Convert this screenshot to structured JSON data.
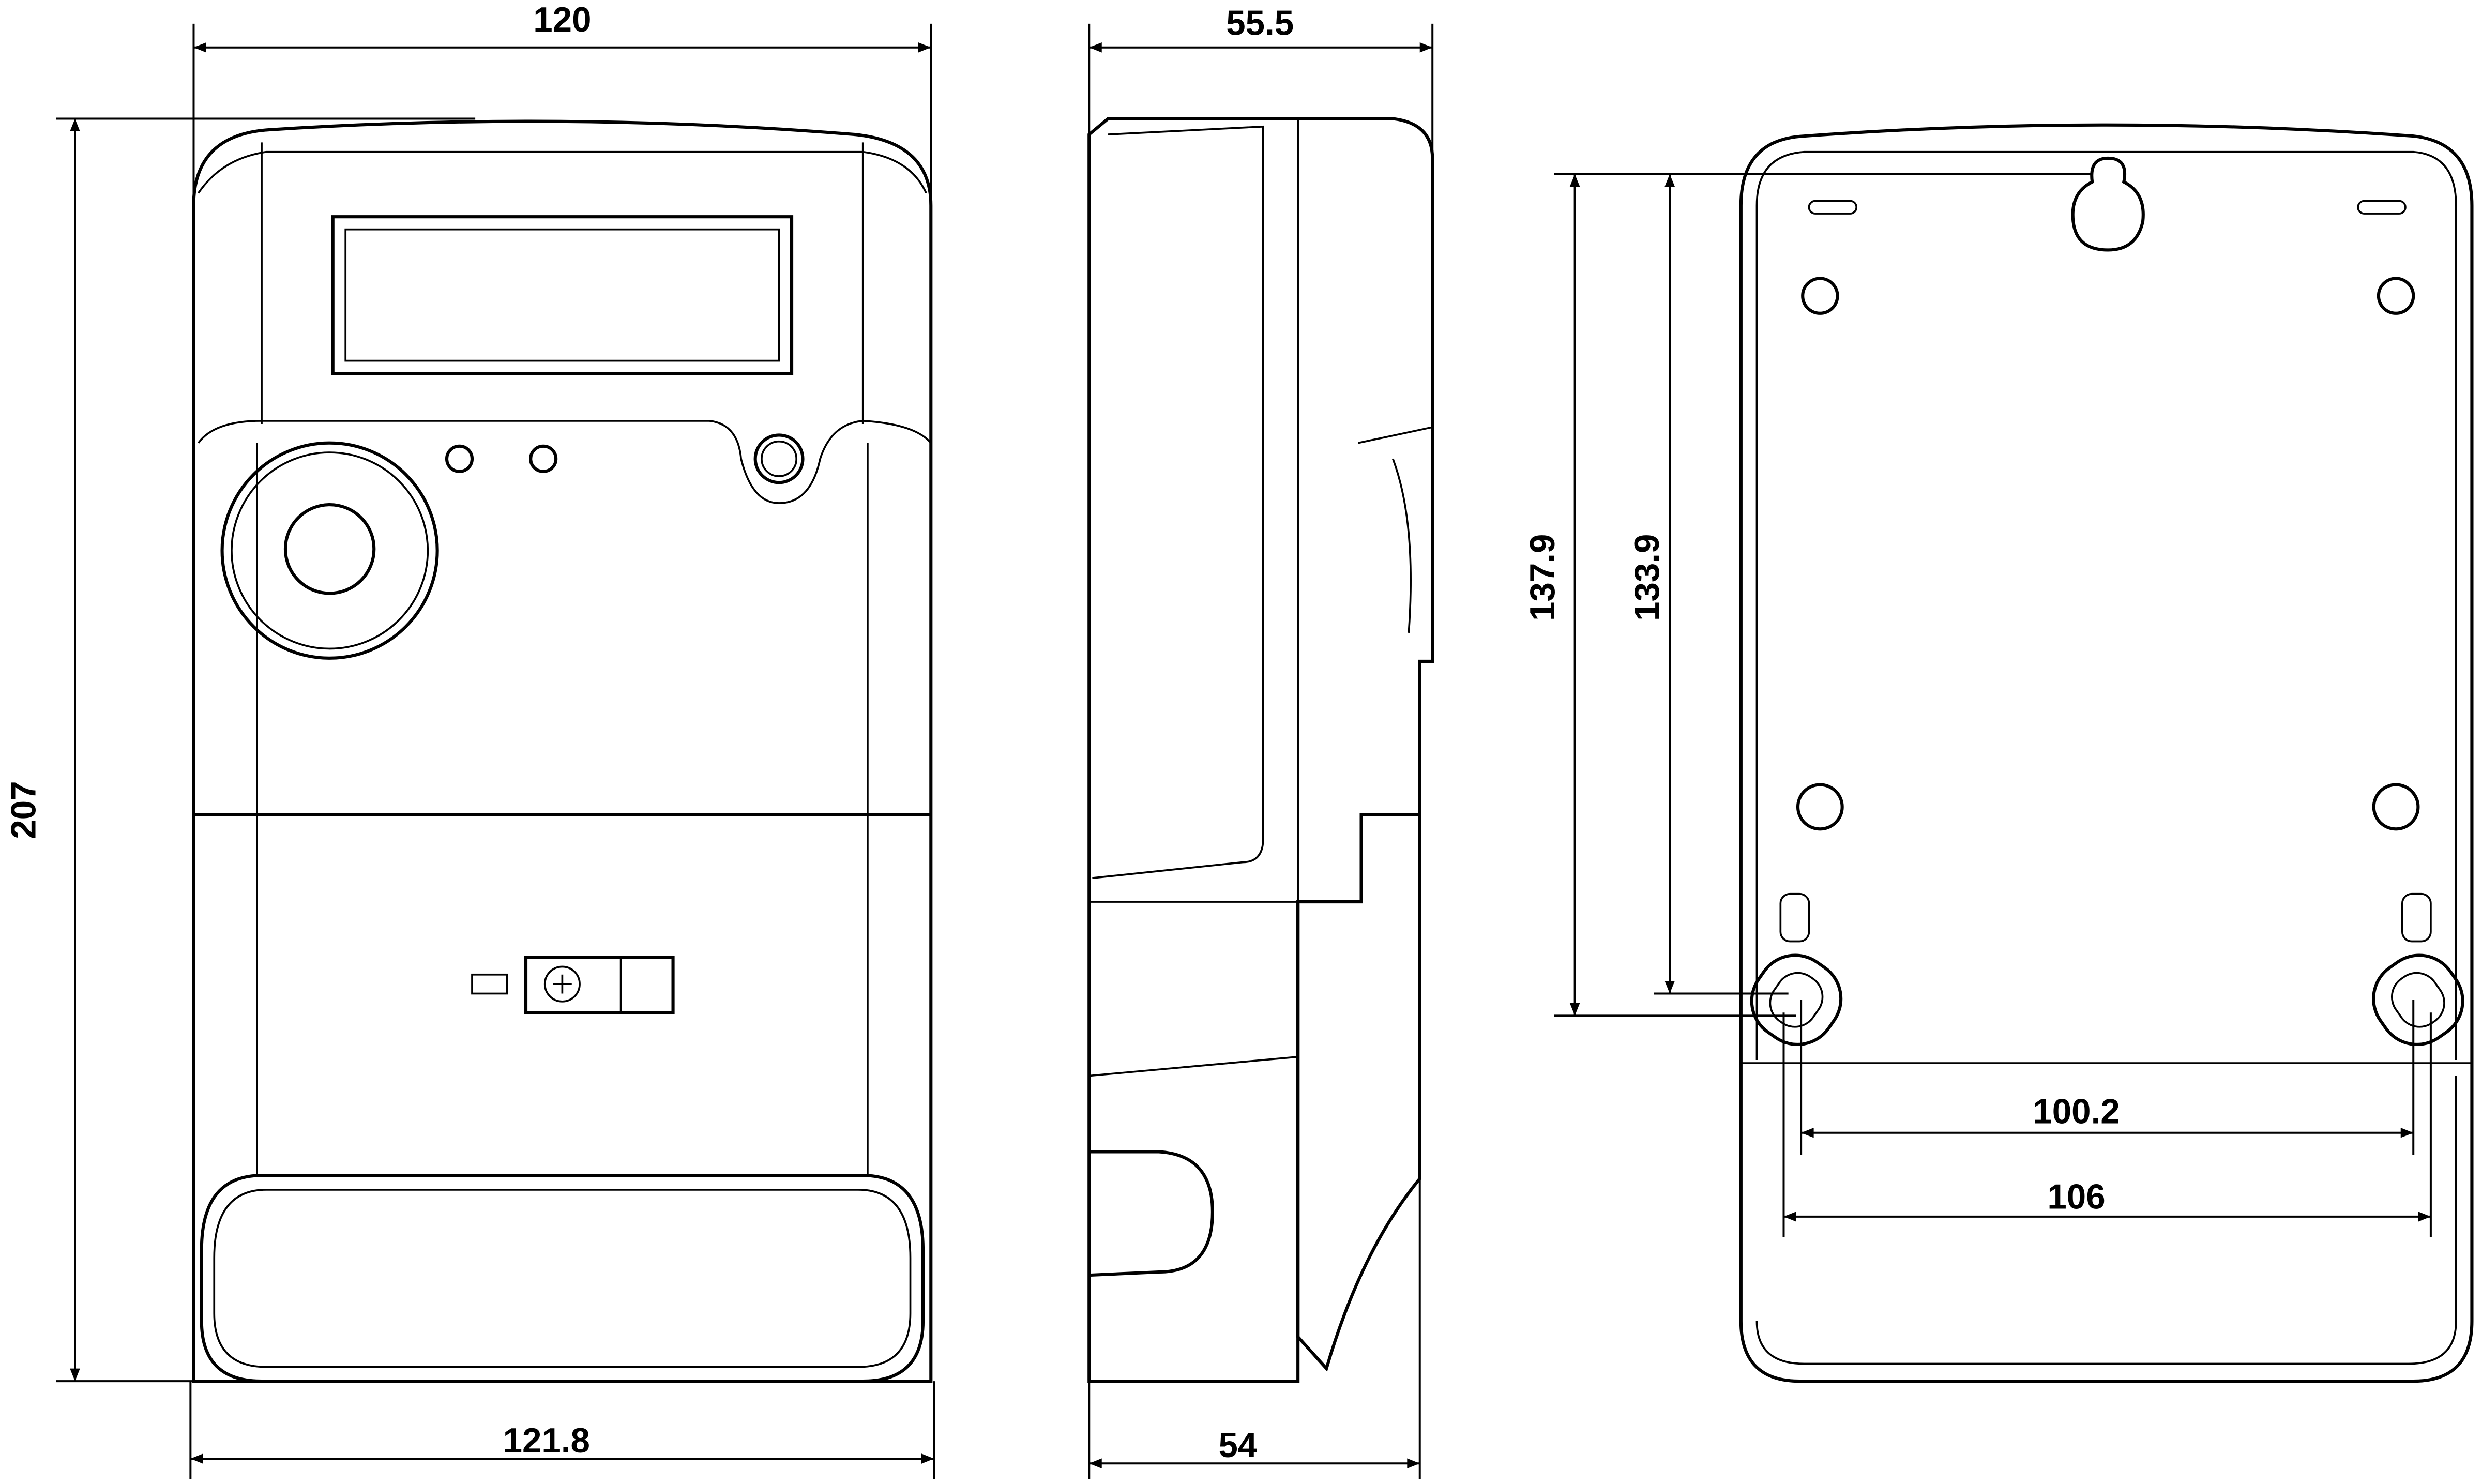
{
  "dimensions": {
    "front_width_top": "120",
    "front_width_bottom": "121.8",
    "front_height": "207",
    "side_depth_top": "55.5",
    "side_depth_bottom": "54",
    "back_mount_height_outer": "137.9",
    "back_mount_height_inner": "133.9",
    "back_hole_spacing_inner": "100.2",
    "back_hole_spacing_outer": "106"
  }
}
